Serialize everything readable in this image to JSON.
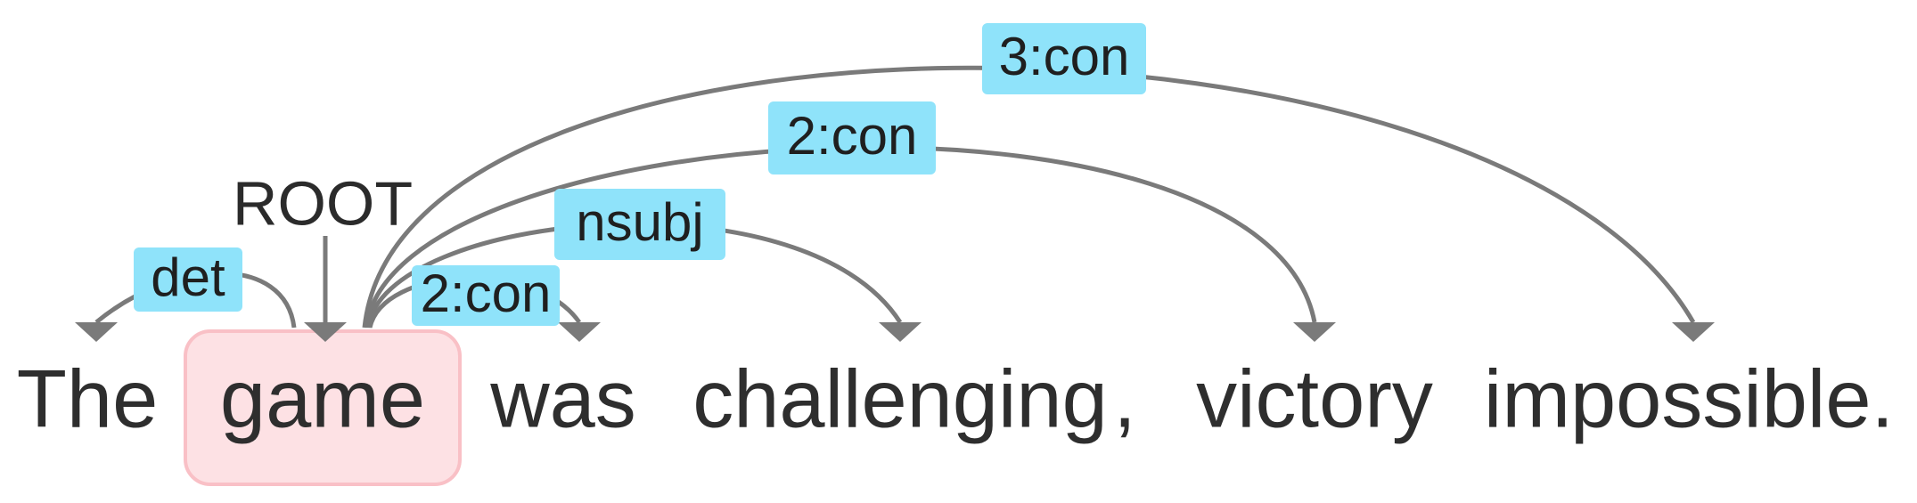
{
  "sentence": {
    "tokens": [
      "The",
      "game",
      "was",
      "challenging",
      ",",
      "victory",
      "impossible."
    ],
    "head_index": 1
  },
  "root": {
    "label": "ROOT",
    "target": 1
  },
  "arcs": [
    {
      "label": "det",
      "from": 1,
      "to": 0
    },
    {
      "label": "2:con",
      "from": 1,
      "to": 2
    },
    {
      "label": "nsubj",
      "from": 1,
      "to": 3
    },
    {
      "label": "2:con",
      "from": 1,
      "to": 5
    },
    {
      "label": "3:con",
      "from": 1,
      "to": 6
    }
  ],
  "colors": {
    "label_box": "#8fe3fa",
    "arc": "#7a7a7a",
    "head_highlight_fill": "#fde1e4",
    "head_highlight_stroke": "#f9c0c6"
  }
}
